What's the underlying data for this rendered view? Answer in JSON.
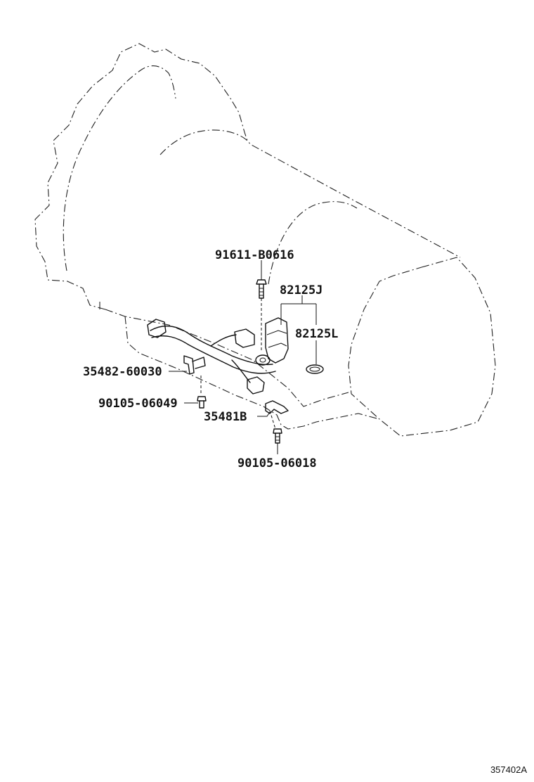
{
  "parts": {
    "vsv_bolt": "91611-B0616",
    "solenoid": "82125J",
    "oring": "82125L",
    "clamp_left": "35482-60030",
    "bolt_left": "90105-06049",
    "clamp_right": "35481B",
    "bolt_right": "90105-06018"
  },
  "drawing_id": "357402A"
}
